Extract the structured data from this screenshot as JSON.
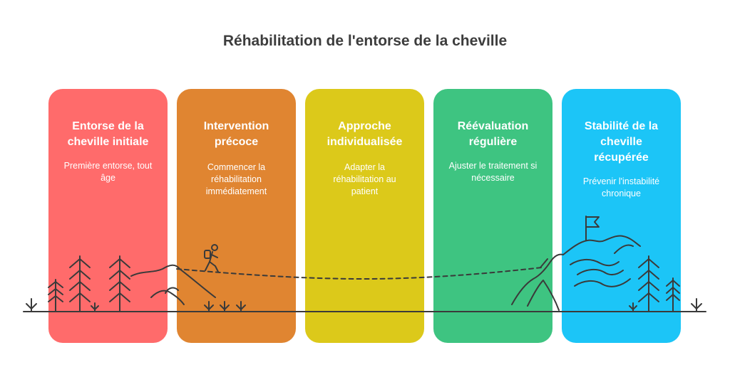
{
  "title": "Réhabilitation de l'entorse de la cheville",
  "colors": {
    "card_red": "#ff6b6b",
    "card_orange": "#e08531",
    "card_yellow": "#dcc91a",
    "card_green": "#3ec481",
    "card_blue": "#1cc5f7",
    "line": "#3a3a3a"
  },
  "steps": [
    {
      "title_lines": [
        "Entorse de la",
        "cheville initiale"
      ],
      "desc_lines": [
        "Première entorse, tout",
        "âge"
      ]
    },
    {
      "title_lines": [
        "Intervention",
        "précoce"
      ],
      "desc_lines": [
        "Commencer la",
        "réhabilitation",
        "immédiatement"
      ]
    },
    {
      "title_lines": [
        "Approche",
        "individualisée"
      ],
      "desc_lines": [
        "Adapter la",
        "réhabilitation au",
        "patient"
      ]
    },
    {
      "title_lines": [
        "Réévaluation",
        "régulière"
      ],
      "desc_lines": [
        "Ajuster le traitement si",
        "nécessaire"
      ]
    },
    {
      "title_lines": [
        "Stabilité de la",
        "cheville",
        "récupérée"
      ],
      "desc_lines": [
        "Prévenir l'instabilité",
        "chronique"
      ]
    }
  ],
  "icons": [
    "tree-icon",
    "hiker-icon",
    "mountain-icon",
    "flag-icon",
    "grass-icon"
  ]
}
